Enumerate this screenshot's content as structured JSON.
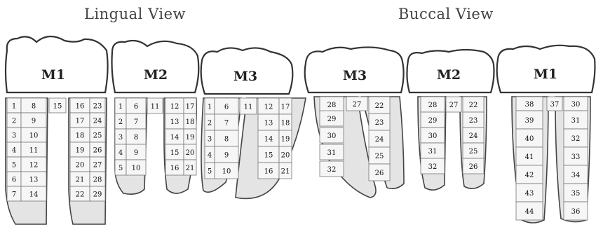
{
  "titles": {
    "lingual": "Lingual View",
    "buccal": "Buccal View"
  },
  "lingual": {
    "M1": {
      "label": "M1",
      "cells": [
        "1",
        "2",
        "3",
        "4",
        "5",
        "6",
        "7",
        "8",
        "9",
        "10",
        "11",
        "12",
        "13",
        "14",
        "15",
        "16",
        "17",
        "18",
        "19",
        "20",
        "21",
        "22",
        "23",
        "24",
        "25",
        "26",
        "27",
        "28",
        "29"
      ]
    },
    "M2": {
      "label": "M2",
      "cells": [
        "1",
        "2",
        "3",
        "4",
        "5",
        "6",
        "7",
        "8",
        "9",
        "10",
        "11",
        "12",
        "13",
        "14",
        "15",
        "16",
        "17",
        "18",
        "19",
        "20",
        "21"
      ]
    },
    "M3": {
      "label": "M3",
      "cells": [
        "1",
        "2",
        "3",
        "4",
        "5",
        "6",
        "7",
        "8",
        "9",
        "10",
        "11",
        "12",
        "13",
        "14",
        "15",
        "16",
        "17",
        "18",
        "19",
        "20",
        "21"
      ]
    }
  },
  "buccal": {
    "M3": {
      "label": "M3",
      "cells": [
        "22",
        "23",
        "24",
        "25",
        "26",
        "27",
        "28",
        "29",
        "30",
        "31",
        "32"
      ]
    },
    "M2": {
      "label": "M2",
      "cells": [
        "22",
        "23",
        "24",
        "25",
        "26",
        "27",
        "28",
        "29",
        "30",
        "31",
        "32"
      ]
    },
    "M1": {
      "label": "M1",
      "cells": [
        "30",
        "31",
        "32",
        "33",
        "34",
        "35",
        "36",
        "37",
        "38",
        "39",
        "40",
        "41",
        "42",
        "43",
        "44"
      ]
    }
  }
}
